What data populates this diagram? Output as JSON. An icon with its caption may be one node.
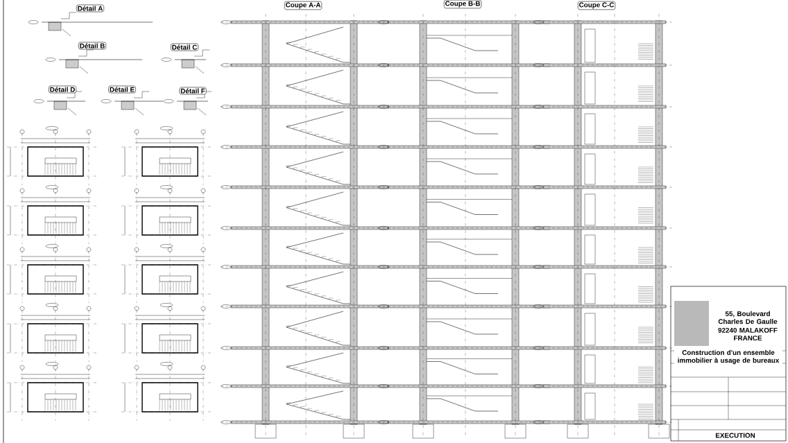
{
  "diagram": {
    "labels": [
      "Détail A",
      "Coupe A-A",
      "Coupe B-B",
      "Coupe C-C",
      "Détail B",
      "Détail C",
      "Détail D",
      "Détail E",
      "Détail F",
      "55, Boulevard Charles De Gaulle",
      "92240 MALAKOFF FRANCE",
      "Construction d'un ensemble immobilier à usage de bureaux",
      "EXECUTION"
    ]
  }
}
